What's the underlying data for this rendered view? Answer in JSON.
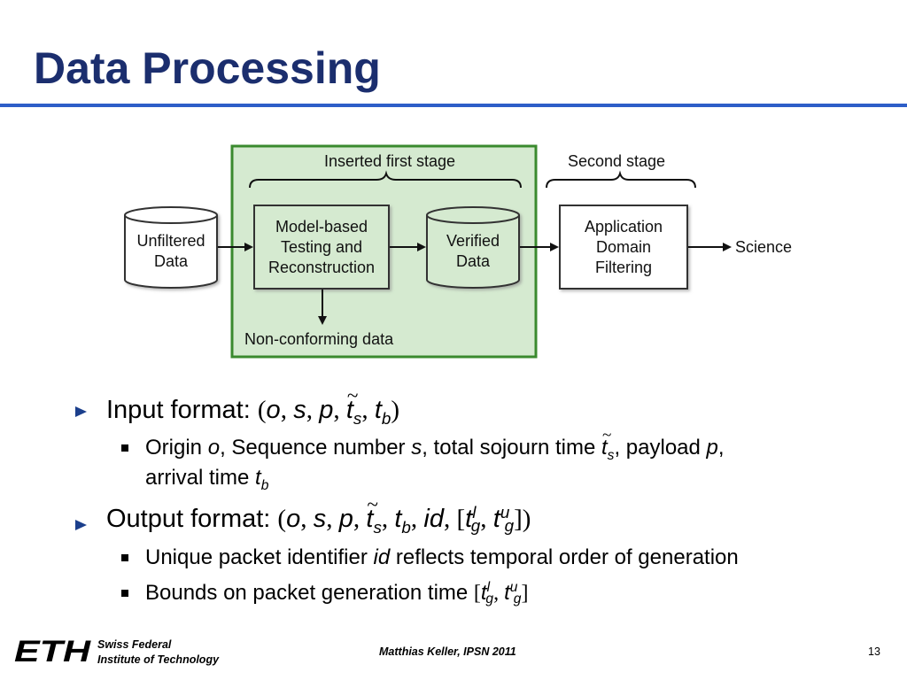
{
  "slide": {
    "title": "Data Processing"
  },
  "diagram": {
    "first_stage_label": "Inserted first stage",
    "second_stage_label": "Second stage",
    "unfiltered_line1": "Unfiltered",
    "unfiltered_line2": "Data",
    "model_line1": "Model-based",
    "model_line2": "Testing and",
    "model_line3": "Reconstruction",
    "verified_line1": "Verified",
    "verified_line2": "Data",
    "app_line1": "Application",
    "app_line2": "Domain",
    "app_line3": "Filtering",
    "science": "Science",
    "nonconforming": "Non-conforming data",
    "colors": {
      "highlight_fill": "#d5ead0",
      "highlight_border": "#3a8a2e",
      "box_fill": "#ffffff",
      "green_box_fill": "#d5ead0"
    }
  },
  "bullets": {
    "input_label": "Input format:",
    "input_sub": {
      "origin": "Origin",
      "o": "o",
      "seq": ", Sequence number",
      "s": "s",
      "sojourn": ", total sojourn time",
      "t": "t",
      "sub_s": "s",
      "payload": ", payload",
      "p": "p",
      "comma": ",",
      "arrival": "arrival time",
      "tb": "t",
      "sub_b": "b"
    },
    "output_label": "Output format:",
    "unique_pre": "Unique packet identifier",
    "id": "id",
    "unique_post": "reflects temporal order of generation",
    "bounds": "Bounds on packet generation time"
  },
  "footer": {
    "logo": "ETH",
    "institution_line1": "Swiss Federal",
    "institution_line2": "Institute of Technology",
    "author": "Matthias Keller, IPSN 2011",
    "page": "13"
  }
}
